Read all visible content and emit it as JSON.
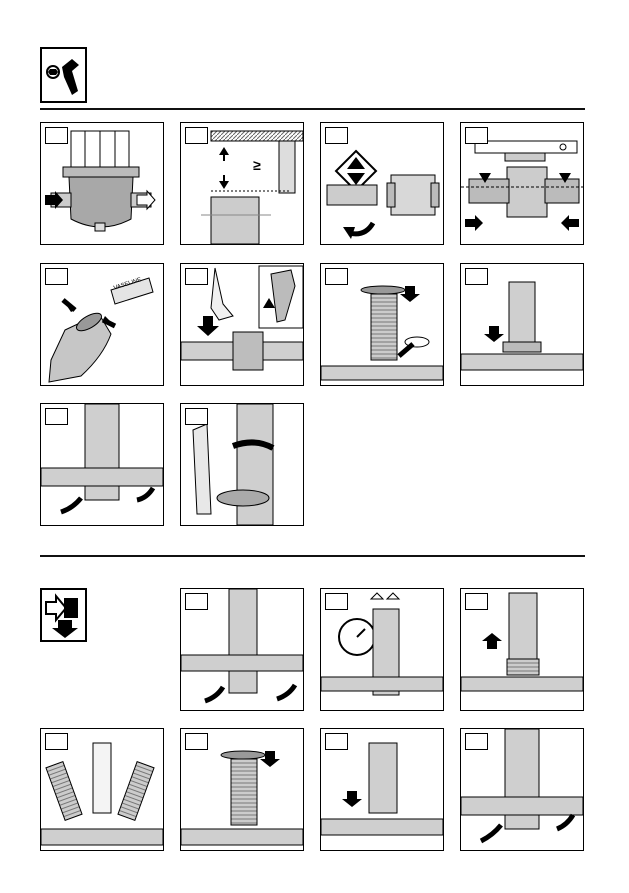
{
  "section_install": {
    "icon": "wrench-icon",
    "panels": [
      "mount-filter",
      "clearance",
      "flow-direction",
      "level-alignment",
      "lubricate-seal",
      "insert-element",
      "close-lid",
      "tighten-lid",
      "open-valves",
      "lock-clamp"
    ]
  },
  "section_maintenance": {
    "icon": "maintenance-exit-icon",
    "panels": [
      "close-valves",
      "depressurize",
      "lift-housing",
      "exchange-element",
      "close-lid",
      "lower-housing",
      "open-valves"
    ]
  },
  "labels": {
    "min_clearance": "≥",
    "tube_label": "VASELINE"
  },
  "colors": {
    "ink": "#000000",
    "metal": "#c8c8c8",
    "shadow": "#8a8a8a"
  }
}
